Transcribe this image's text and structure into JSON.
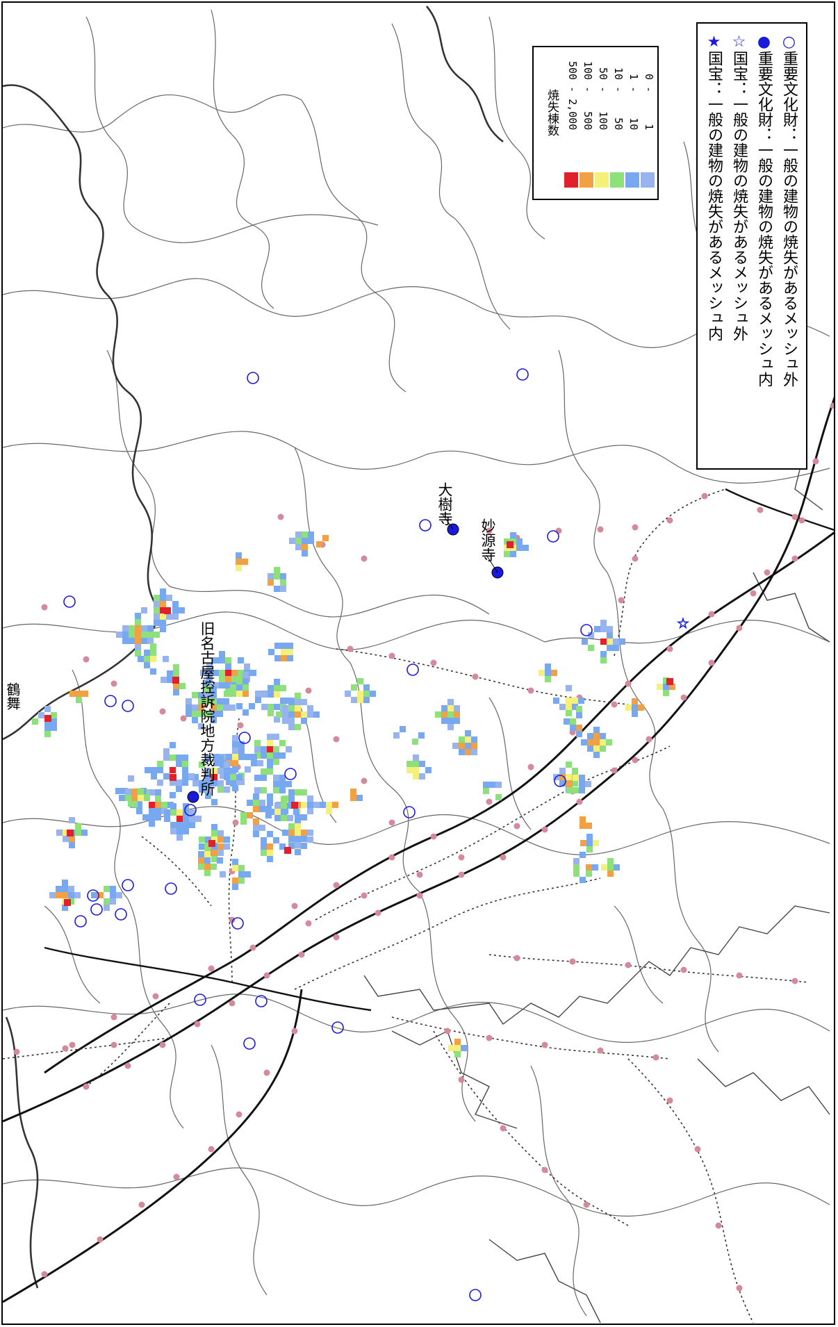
{
  "map": {
    "labels": {
      "daijuji": "大樹寺",
      "myogenji": "妙源寺",
      "nagoya_court": "旧名古屋控訴院地方裁判所",
      "edge_fragment": "鶴舞"
    }
  },
  "legend_symbols": {
    "items": [
      {
        "symbol": "★",
        "text": "国宝：一般の建物の焼失があるメッシュ内",
        "color": "#1a1adc"
      },
      {
        "symbol": "☆",
        "text": "国宝：一般の建物の焼失があるメッシュ外",
        "color": "#1a1adc"
      },
      {
        "symbol": "●",
        "text": "重要文化財：一般の建物の焼失があるメッシュ内",
        "color": "#1a1adc"
      },
      {
        "symbol": "○",
        "text": "重要文化財：一般の建物の焼失があるメッシュ外",
        "color": "#1a1adc"
      }
    ]
  },
  "legend_colors": {
    "title": "焼失棟数",
    "classes": [
      {
        "range": "500 - 2,000",
        "color": "#e0202a"
      },
      {
        "range": "100 -   500",
        "color": "#f2a044"
      },
      {
        "range": " 50 -   100",
        "color": "#f5f07a"
      },
      {
        "range": " 10 -    50",
        "color": "#8ee07a"
      },
      {
        "range": "  1 -    10",
        "color": "#78a8f0"
      },
      {
        "range": "  0 -     1",
        "color": "#98b4ee"
      }
    ]
  },
  "colors": {
    "rail_dot": "#d48a9a",
    "boundary": "#555555",
    "heritage_marker": "#1a1adc"
  }
}
